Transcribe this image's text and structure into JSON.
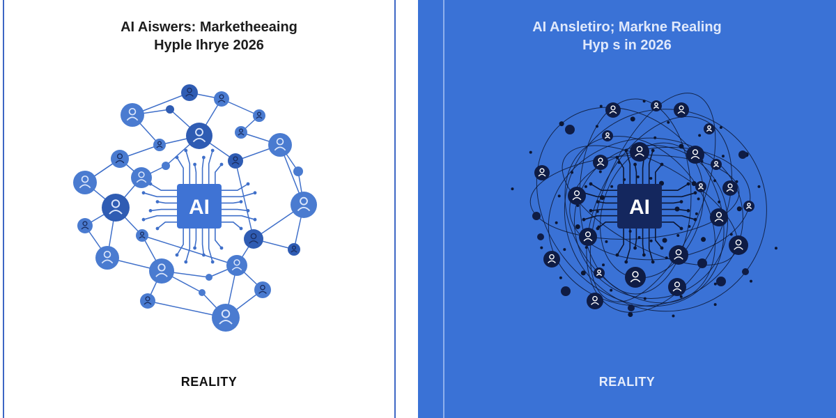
{
  "left_panel": {
    "title_line1": "AI Aiswers: Marketheeaing",
    "title_line2": "Hyple Ihrye 2026",
    "chip_label": "AI",
    "footer": "REALITY",
    "colors": {
      "node": "#4a7bd0",
      "node_dark": "#2f5cb3",
      "chip": "#3f73d4",
      "line": "#3f6fc9",
      "icon": "#1b2f63"
    }
  },
  "right_panel": {
    "title_line1": "AI Ansletiro; Markne Realing",
    "title_line2": "Hyp s in 2026",
    "chip_label": "AI",
    "footer": "REALITY",
    "colors": {
      "background": "#3a72d6",
      "node": "#0f1c45",
      "chip": "#14275e",
      "line": "#0c1633",
      "icon": "#ffffff"
    }
  }
}
